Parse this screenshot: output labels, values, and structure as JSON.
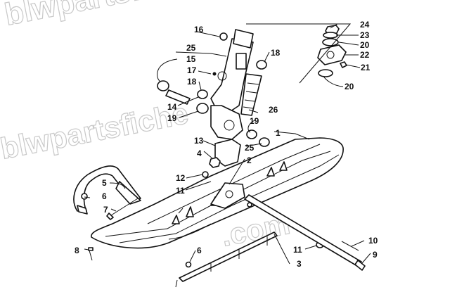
{
  "watermark": {
    "line1": "blwpartsfi",
    "line2": "blwpartsfiche",
    "line3": ".com"
  },
  "callouts": [
    {
      "id": "c1",
      "text": "1"
    },
    {
      "id": "c2",
      "text": "2"
    },
    {
      "id": "c3",
      "text": "3"
    },
    {
      "id": "c4",
      "text": "4"
    },
    {
      "id": "c5",
      "text": "5"
    },
    {
      "id": "c6a",
      "text": "6"
    },
    {
      "id": "c6b",
      "text": "6"
    },
    {
      "id": "c7",
      "text": "7"
    },
    {
      "id": "c8",
      "text": "8"
    },
    {
      "id": "c9",
      "text": "9"
    },
    {
      "id": "c10",
      "text": "10"
    },
    {
      "id": "c11a",
      "text": "11"
    },
    {
      "id": "c11b",
      "text": "11"
    },
    {
      "id": "c12",
      "text": "12"
    },
    {
      "id": "c13",
      "text": "13"
    },
    {
      "id": "c14",
      "text": "14"
    },
    {
      "id": "c15",
      "text": "15"
    },
    {
      "id": "c16",
      "text": "16"
    },
    {
      "id": "c17",
      "text": "17"
    },
    {
      "id": "c18a",
      "text": "18"
    },
    {
      "id": "c18b",
      "text": "18"
    },
    {
      "id": "c19a",
      "text": "19"
    },
    {
      "id": "c19b",
      "text": "19"
    },
    {
      "id": "c20a",
      "text": "20"
    },
    {
      "id": "c20b",
      "text": "20"
    },
    {
      "id": "c21",
      "text": "21"
    },
    {
      "id": "c22",
      "text": "22"
    },
    {
      "id": "c23",
      "text": "23"
    },
    {
      "id": "c24",
      "text": "24"
    },
    {
      "id": "c25a",
      "text": "25"
    },
    {
      "id": "c25b",
      "text": "25"
    },
    {
      "id": "c26",
      "text": "26"
    }
  ]
}
